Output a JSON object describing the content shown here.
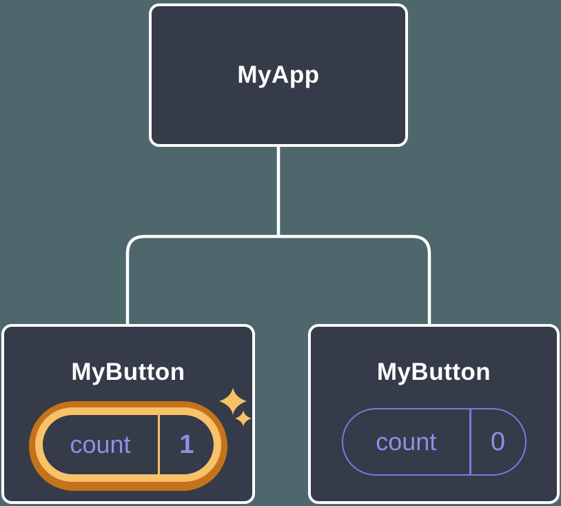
{
  "diagram": {
    "title": "component-state-tree",
    "root": {
      "label": "MyApp"
    },
    "children": [
      {
        "label": "MyButton",
        "state_name": "count",
        "state_value": "1",
        "highlighted": true,
        "icon": "sparkles-icon"
      },
      {
        "label": "MyButton",
        "state_name": "count",
        "state_value": "0",
        "highlighted": false
      }
    ]
  },
  "colors": {
    "background": "#4e676c",
    "node_fill": "#353b48",
    "node_border": "#ffffff",
    "connector": "#ffffff",
    "state_text": "#8b90e9",
    "plain_pill_border": "#767de0",
    "highlight_outer": "#c4731b",
    "highlight_inner": "#f9c169",
    "sparkle": "#f6c167"
  }
}
